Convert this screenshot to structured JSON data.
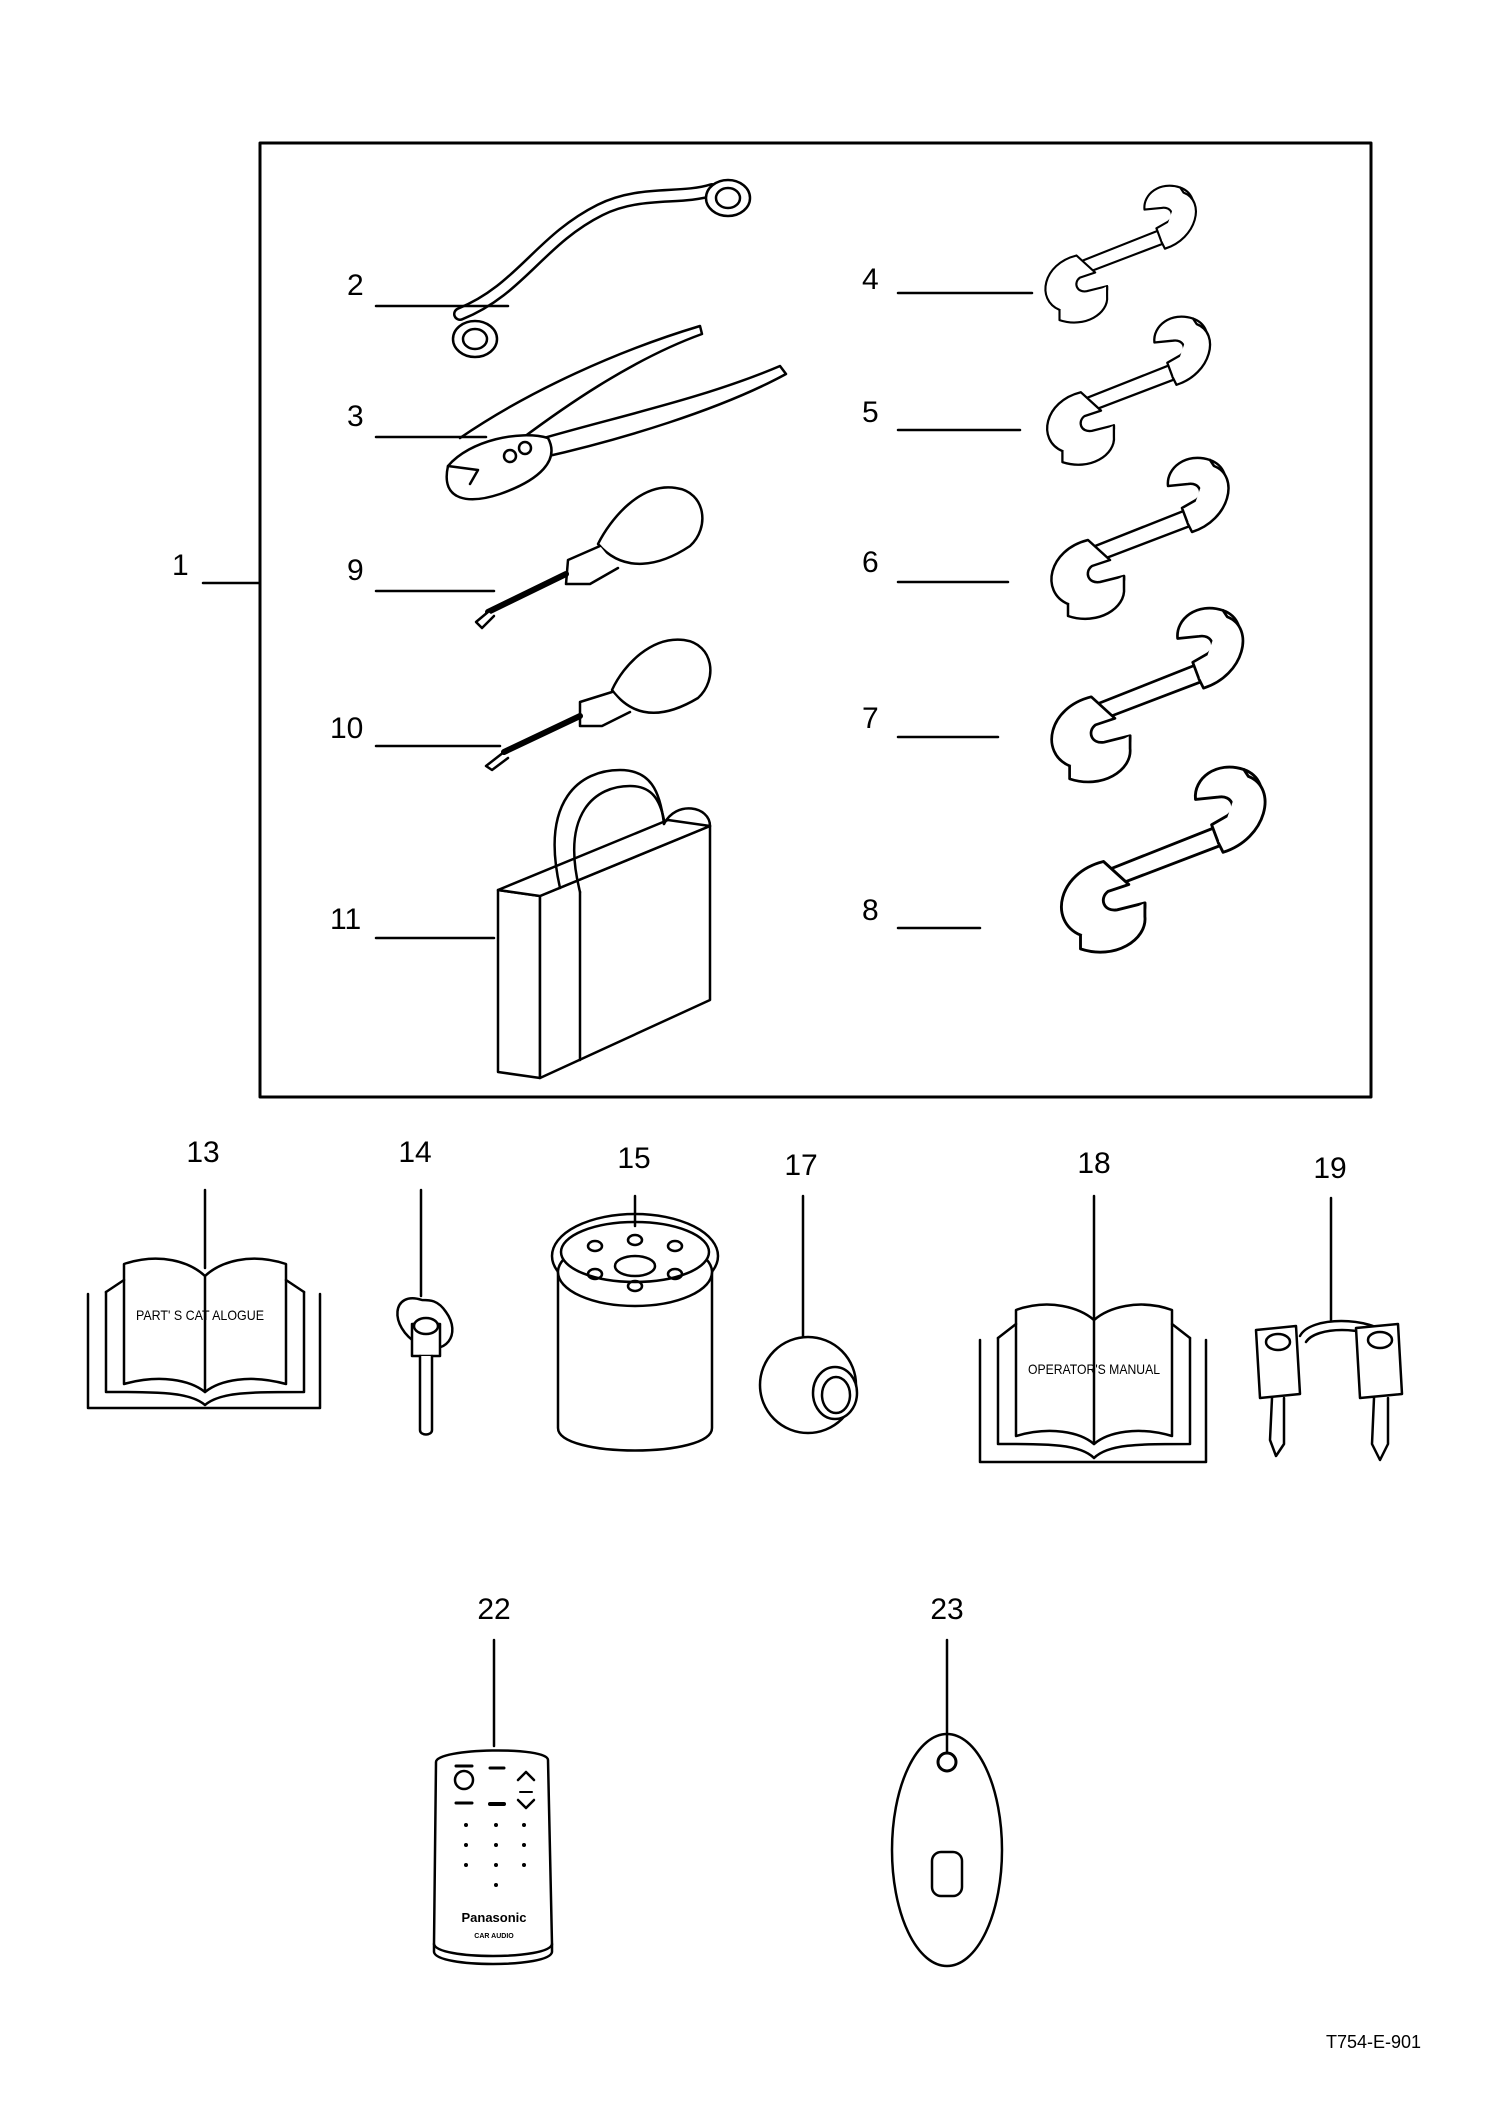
{
  "diagram": {
    "kit_label": "1",
    "labels": {
      "2": "2",
      "3": "3",
      "4": "4",
      "5": "5",
      "6": "6",
      "7": "7",
      "8": "8",
      "9": "9",
      "10": "10",
      "11": "11",
      "13": "13",
      "14": "14",
      "15": "15",
      "17": "17",
      "18": "18",
      "19": "19",
      "22": "22",
      "23": "23"
    },
    "parts_catalogue_text": "PART' S CAT ALOGUE",
    "operators_manual_text": "OPERATOR'S MANUAL",
    "remote_brand": "Panasonic",
    "remote_sub": "CAR AUDIO",
    "drawing_ref": "T754-E-901",
    "line_color": "#000000",
    "fill_color": "#ffffff"
  }
}
